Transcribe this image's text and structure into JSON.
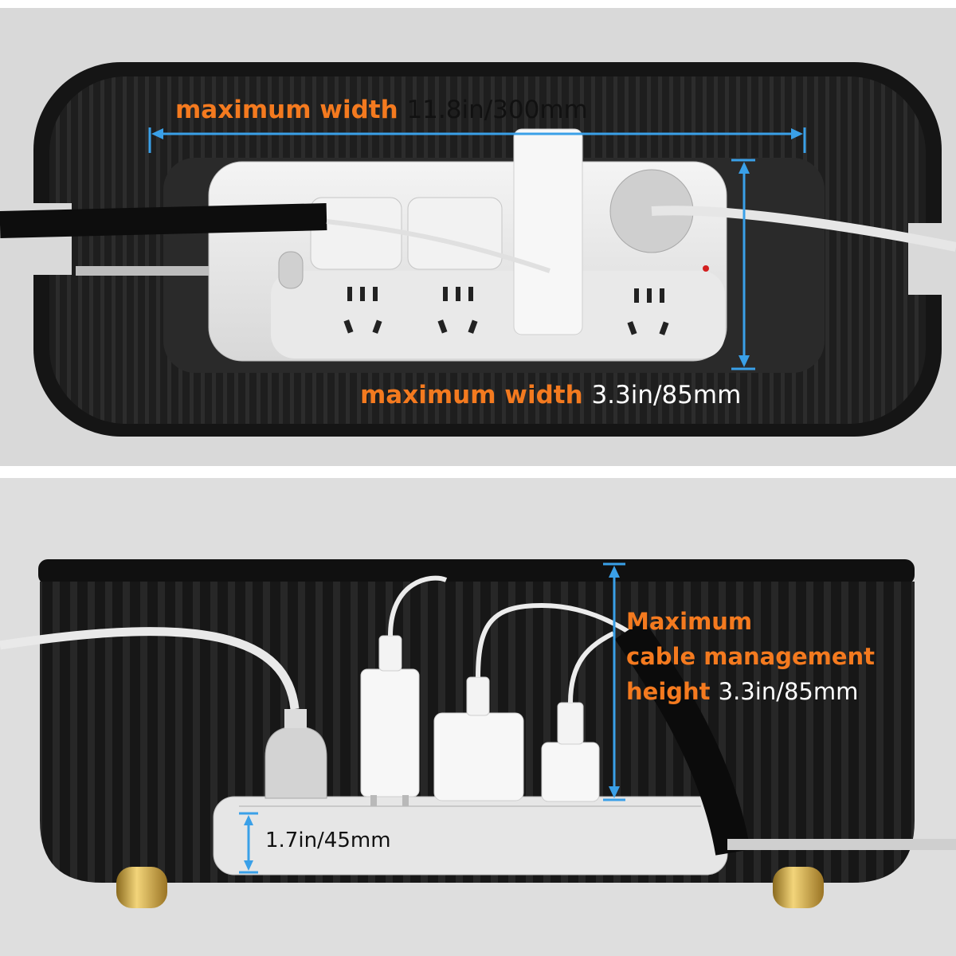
{
  "colors": {
    "accent_orange": "#f47a1f",
    "dimension_blue": "#3aa0e8",
    "box_black": "#1a1a1a",
    "background_gray": "#d9d9d9"
  },
  "top_view": {
    "width_dimension": {
      "label": "maximum width",
      "value": "11.8in/300mm"
    },
    "depth_dimension": {
      "label": "maximum width",
      "value": "3.3in/85mm"
    }
  },
  "side_view": {
    "height_dimension": {
      "label_line1": "Maximum",
      "label_line2": "cable management",
      "label_line3": "height",
      "value": "3.3in/85mm"
    },
    "power_strip_height": {
      "value": "1.7in/45mm"
    }
  }
}
